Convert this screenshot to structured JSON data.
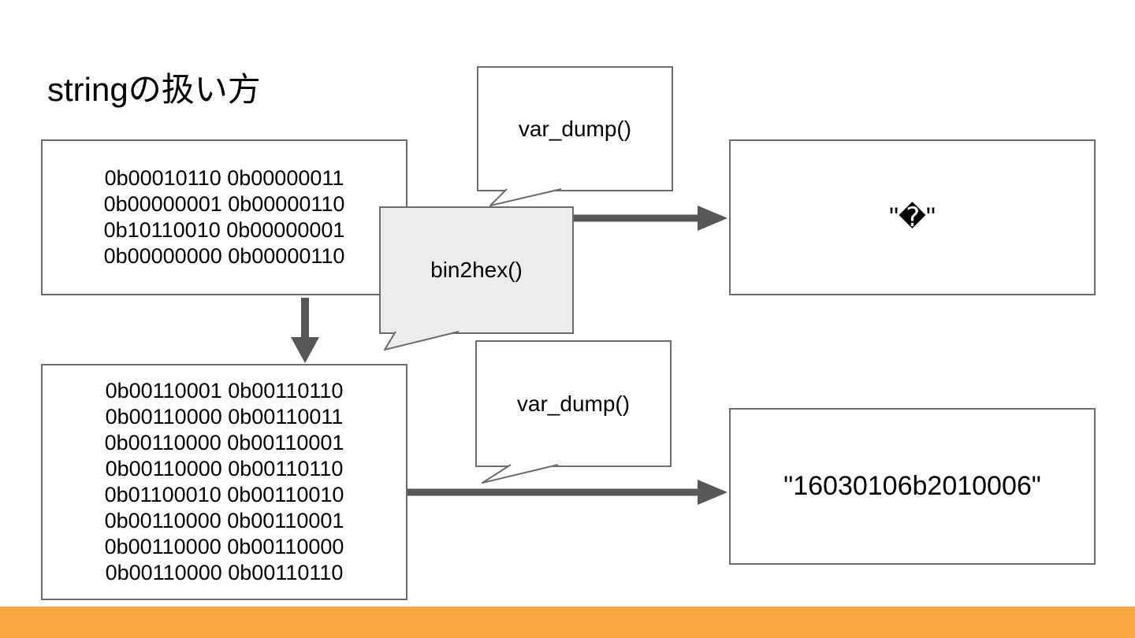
{
  "title": "stringの扱い方",
  "binary_top": {
    "lines": [
      "0b00010110 0b00000011",
      "0b00000001 0b00000110",
      "0b10110010 0b00000001",
      "0b00000000 0b00000110"
    ]
  },
  "binary_bottom": {
    "lines": [
      "0b00110001 0b00110110",
      "0b00110000 0b00110011",
      "0b00110000 0b00110001",
      "0b00110000 0b00110110",
      "0b01100010 0b00110010",
      "0b00110000 0b00110001",
      "0b00110000 0b00110000",
      "0b00110000 0b00110110"
    ]
  },
  "callouts": {
    "var_dump_top": "var_dump()",
    "bin2hex": "bin2hex()",
    "var_dump_bottom": "var_dump()"
  },
  "outputs": {
    "garbled": "\"�\"",
    "hex": "\"16030106b2010006\""
  },
  "colors": {
    "accent_bar": "#FAA843",
    "arrow": "#575757",
    "shape_border": "#6B6B6B",
    "callout_fill": "#ECECEC",
    "text": "#000000",
    "background": "#FFFFFF"
  }
}
